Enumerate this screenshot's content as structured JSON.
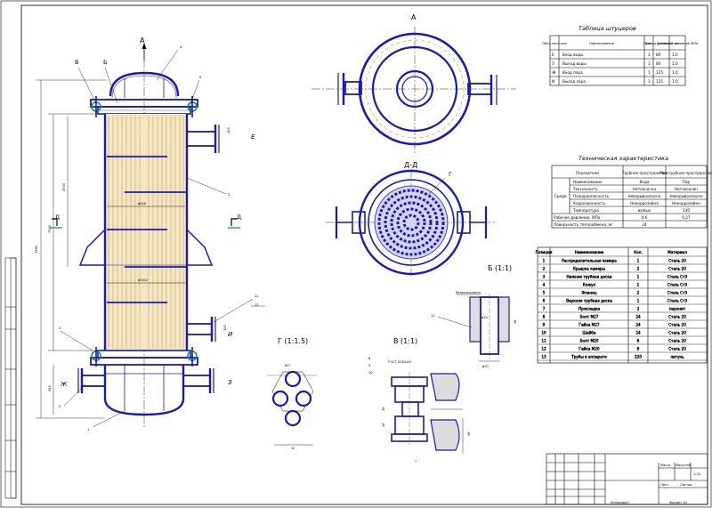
{
  "view_labels": {
    "section_a": "А",
    "section_a_top": "А",
    "section_dd": "Д-Д",
    "detail_b": "Б (1:1)",
    "detail_v": "В (1:1)",
    "detail_g": "Г (1:1.5)",
    "dd_left": "Д",
    "dd_right": "Д"
  },
  "callouts": {
    "v": "В",
    "b": "Б",
    "g": "Г",
    "n1": "1",
    "n2": "2",
    "n3": "3",
    "n4": "4",
    "n5": "5",
    "n6": "6",
    "n7": "7",
    "n8": "8",
    "n9": "9",
    "n10": "10",
    "n11": "11",
    "n12": "12",
    "n12b": "12",
    "e": "Е",
    "i": "И",
    "zh": "Ж",
    "z": "З"
  },
  "dimensions": {
    "total": "7890",
    "overall": "7390",
    "tubes": "5700",
    "h1": "700",
    "h2": "950",
    "d_shell": "ø920",
    "d_low": "ø1012",
    "nozzle1": "150",
    "nozzle2": "150",
    "angle": "60°",
    "pitch": "32",
    "v_dim1": "16",
    "v_dim2": "16",
    "v_dim3": "36",
    "b_dim1": "ø20",
    "b_dim2": "38",
    "b_dim3": "ø20",
    "gost": "ГОСТ 5264-80",
    "weld": "Развальцевать"
  },
  "nozzle_table": {
    "title": "Таблица штуцеров",
    "headers": [
      "Обоз-наче-ние",
      "Наименование",
      "Кол.",
      "Проход условный мм",
      "Давление условное МПа"
    ],
    "rows": [
      [
        "Е",
        "Вход воды",
        "1",
        "80",
        "1.0"
      ],
      [
        "З",
        "Выход воды",
        "1",
        "80",
        "1.0"
      ],
      [
        "Ж",
        "Вход пара",
        "1",
        "125",
        "1.0"
      ],
      [
        "И",
        "Выход пара",
        "1",
        "125",
        "1.0"
      ]
    ]
  },
  "tech_table": {
    "title": "Техническая характеристика",
    "headers": [
      "Показатели",
      "Трубное пространство",
      "Межтрубное пространство"
    ],
    "group": "Среда",
    "rows": [
      [
        "Наименование",
        "Вода",
        "Пар"
      ],
      [
        "Токсичность",
        "Нетоксична",
        "Нетоксичен"
      ],
      [
        "Пожароопасность",
        "Невзрывоопасна",
        "Невзрывоопасен"
      ],
      [
        "Коррозионность",
        "Некоррозийна",
        "Некоррозийен"
      ],
      [
        "Температура",
        "вх/вых",
        "130"
      ]
    ],
    "pressure": [
      "Рабочее давление, МПа",
      "0.6",
      "0.27"
    ],
    "area": [
      "Поверхность теплообмена, м²",
      "24",
      ""
    ]
  },
  "parts_table": {
    "headers": [
      "Позиция",
      "Наименование",
      "Кол.",
      "Материал"
    ],
    "rows": [
      [
        "1",
        "Распределительная камера",
        "1",
        "Сталь 20"
      ],
      [
        "2",
        "Крышка камеры",
        "2",
        "Сталь 20"
      ],
      [
        "3",
        "Нижняя трубная доска",
        "1",
        "Сталь Ст3"
      ],
      [
        "4",
        "Кожух",
        "1",
        "Сталь Ст3"
      ],
      [
        "5",
        "Фланец",
        "2",
        "Сталь Ст3"
      ],
      [
        "6",
        "Верхняя трубная доска",
        "1",
        "Сталь Ст3"
      ],
      [
        "7",
        "Прокладка",
        "2",
        "паронит"
      ],
      [
        "8",
        "Болт М27",
        "24",
        "Сталь 20"
      ],
      [
        "9",
        "Гайка М27",
        "24",
        "Сталь 20"
      ],
      [
        "10",
        "Шайба",
        "24",
        "Сталь 20"
      ],
      [
        "11",
        "Болт М20",
        "8",
        "Сталь 20"
      ],
      [
        "12",
        "Гайка М20",
        "8",
        "Сталь 20"
      ],
      [
        "13",
        "Трубы в аппарате",
        "220",
        "латунь"
      ]
    ]
  },
  "title_block": {
    "mass_label": "Масса",
    "scale_label": "Масштаб",
    "scale": "1:20",
    "sheet_label": "Лист",
    "sheets_label": "Листов",
    "copied": "Копировал",
    "format": "Формат А1"
  },
  "colors": {
    "drawing": "#1a1ab8",
    "tubes": "#d7b979",
    "lines": "#000000",
    "weld": "#0a8a6a"
  }
}
